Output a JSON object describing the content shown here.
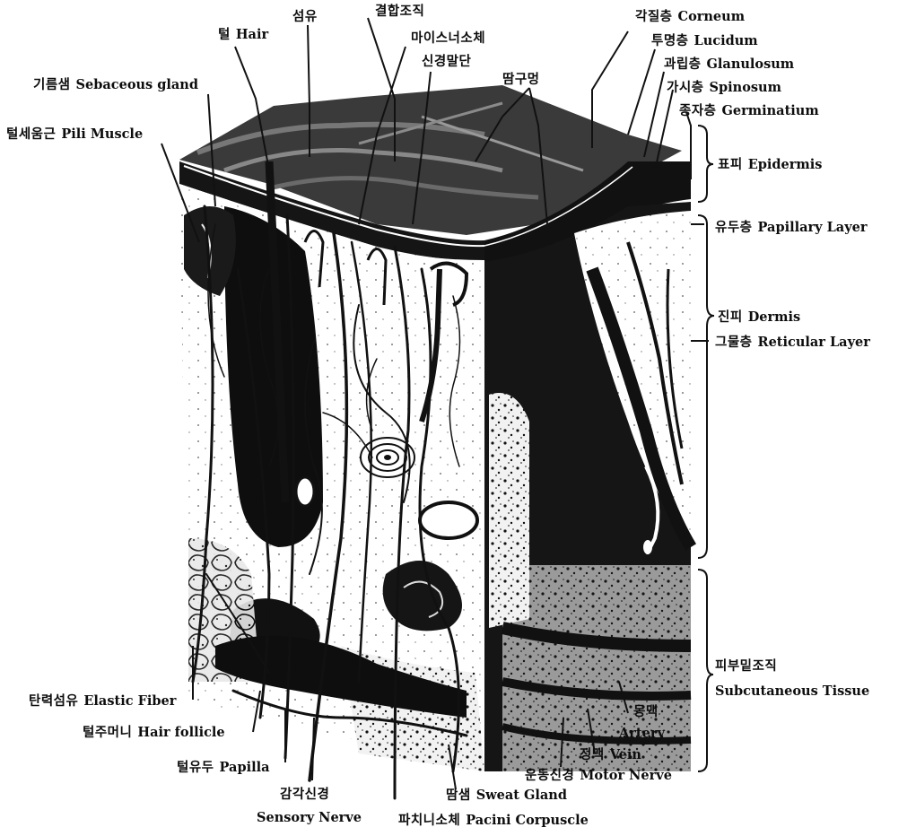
{
  "labels": {
    "hair": {
      "ko": "털",
      "en": "Hair"
    },
    "erector": {
      "ko": "섬유",
      "en": ""
    },
    "sebaceous": {
      "ko": "기름샘",
      "en": "Sebaceous gland"
    },
    "pili": {
      "ko": "털세움근",
      "en": "Pili Muscle"
    },
    "connective": {
      "ko": "결합조직",
      "en": ""
    },
    "meissner": {
      "ko": "마이스너소체",
      "en": ""
    },
    "nerve_ending": {
      "ko": "신경말단",
      "en": ""
    },
    "sweat_pore": {
      "ko": "땀구멍",
      "en": ""
    },
    "corneum": {
      "ko": "각질층",
      "en": "Corneum"
    },
    "lucidum": {
      "ko": "투명층",
      "en": "Lucidum"
    },
    "granulosum": {
      "ko": "과립층",
      "en": "Glanulosum"
    },
    "spinosum": {
      "ko": "가시층",
      "en": "Spinosum"
    },
    "germinatium": {
      "ko": "종자층",
      "en": "Germinatium"
    },
    "epidermis": {
      "ko": "표피",
      "en": "Epidermis"
    },
    "papillary": {
      "ko": "유두층",
      "en": "Papillary Layer"
    },
    "dermis": {
      "ko": "진피",
      "en": "Dermis"
    },
    "reticular": {
      "ko": "그물층",
      "en": "Reticular Layer"
    },
    "subcut_ko": {
      "ko": "피부밑조직",
      "en": ""
    },
    "subcut_en": {
      "ko": "",
      "en": "Subcutaneous Tissue"
    },
    "artery_ko": {
      "ko": "동맥",
      "en": ""
    },
    "artery_en": {
      "ko": "",
      "en": "Artery"
    },
    "vein": {
      "ko": "정맥",
      "en": "Vein"
    },
    "motor": {
      "ko": "운동신경",
      "en": "Motor Nerve"
    },
    "elastic": {
      "ko": "탄력섬유",
      "en": "Elastic Fiber"
    },
    "follicle": {
      "ko": "털주머니",
      "en": "Hair follicle"
    },
    "papilla": {
      "ko": "털유두",
      "en": "Papilla"
    },
    "sensory_ko": {
      "ko": "감각신경",
      "en": ""
    },
    "sensory_en": {
      "ko": "",
      "en": "Sensory Nerve"
    },
    "sweat_gland": {
      "ko": "땀샘",
      "en": "Sweat Gland"
    },
    "pacini": {
      "ko": "파치니소체",
      "en": "Pacini Corpuscle"
    }
  }
}
